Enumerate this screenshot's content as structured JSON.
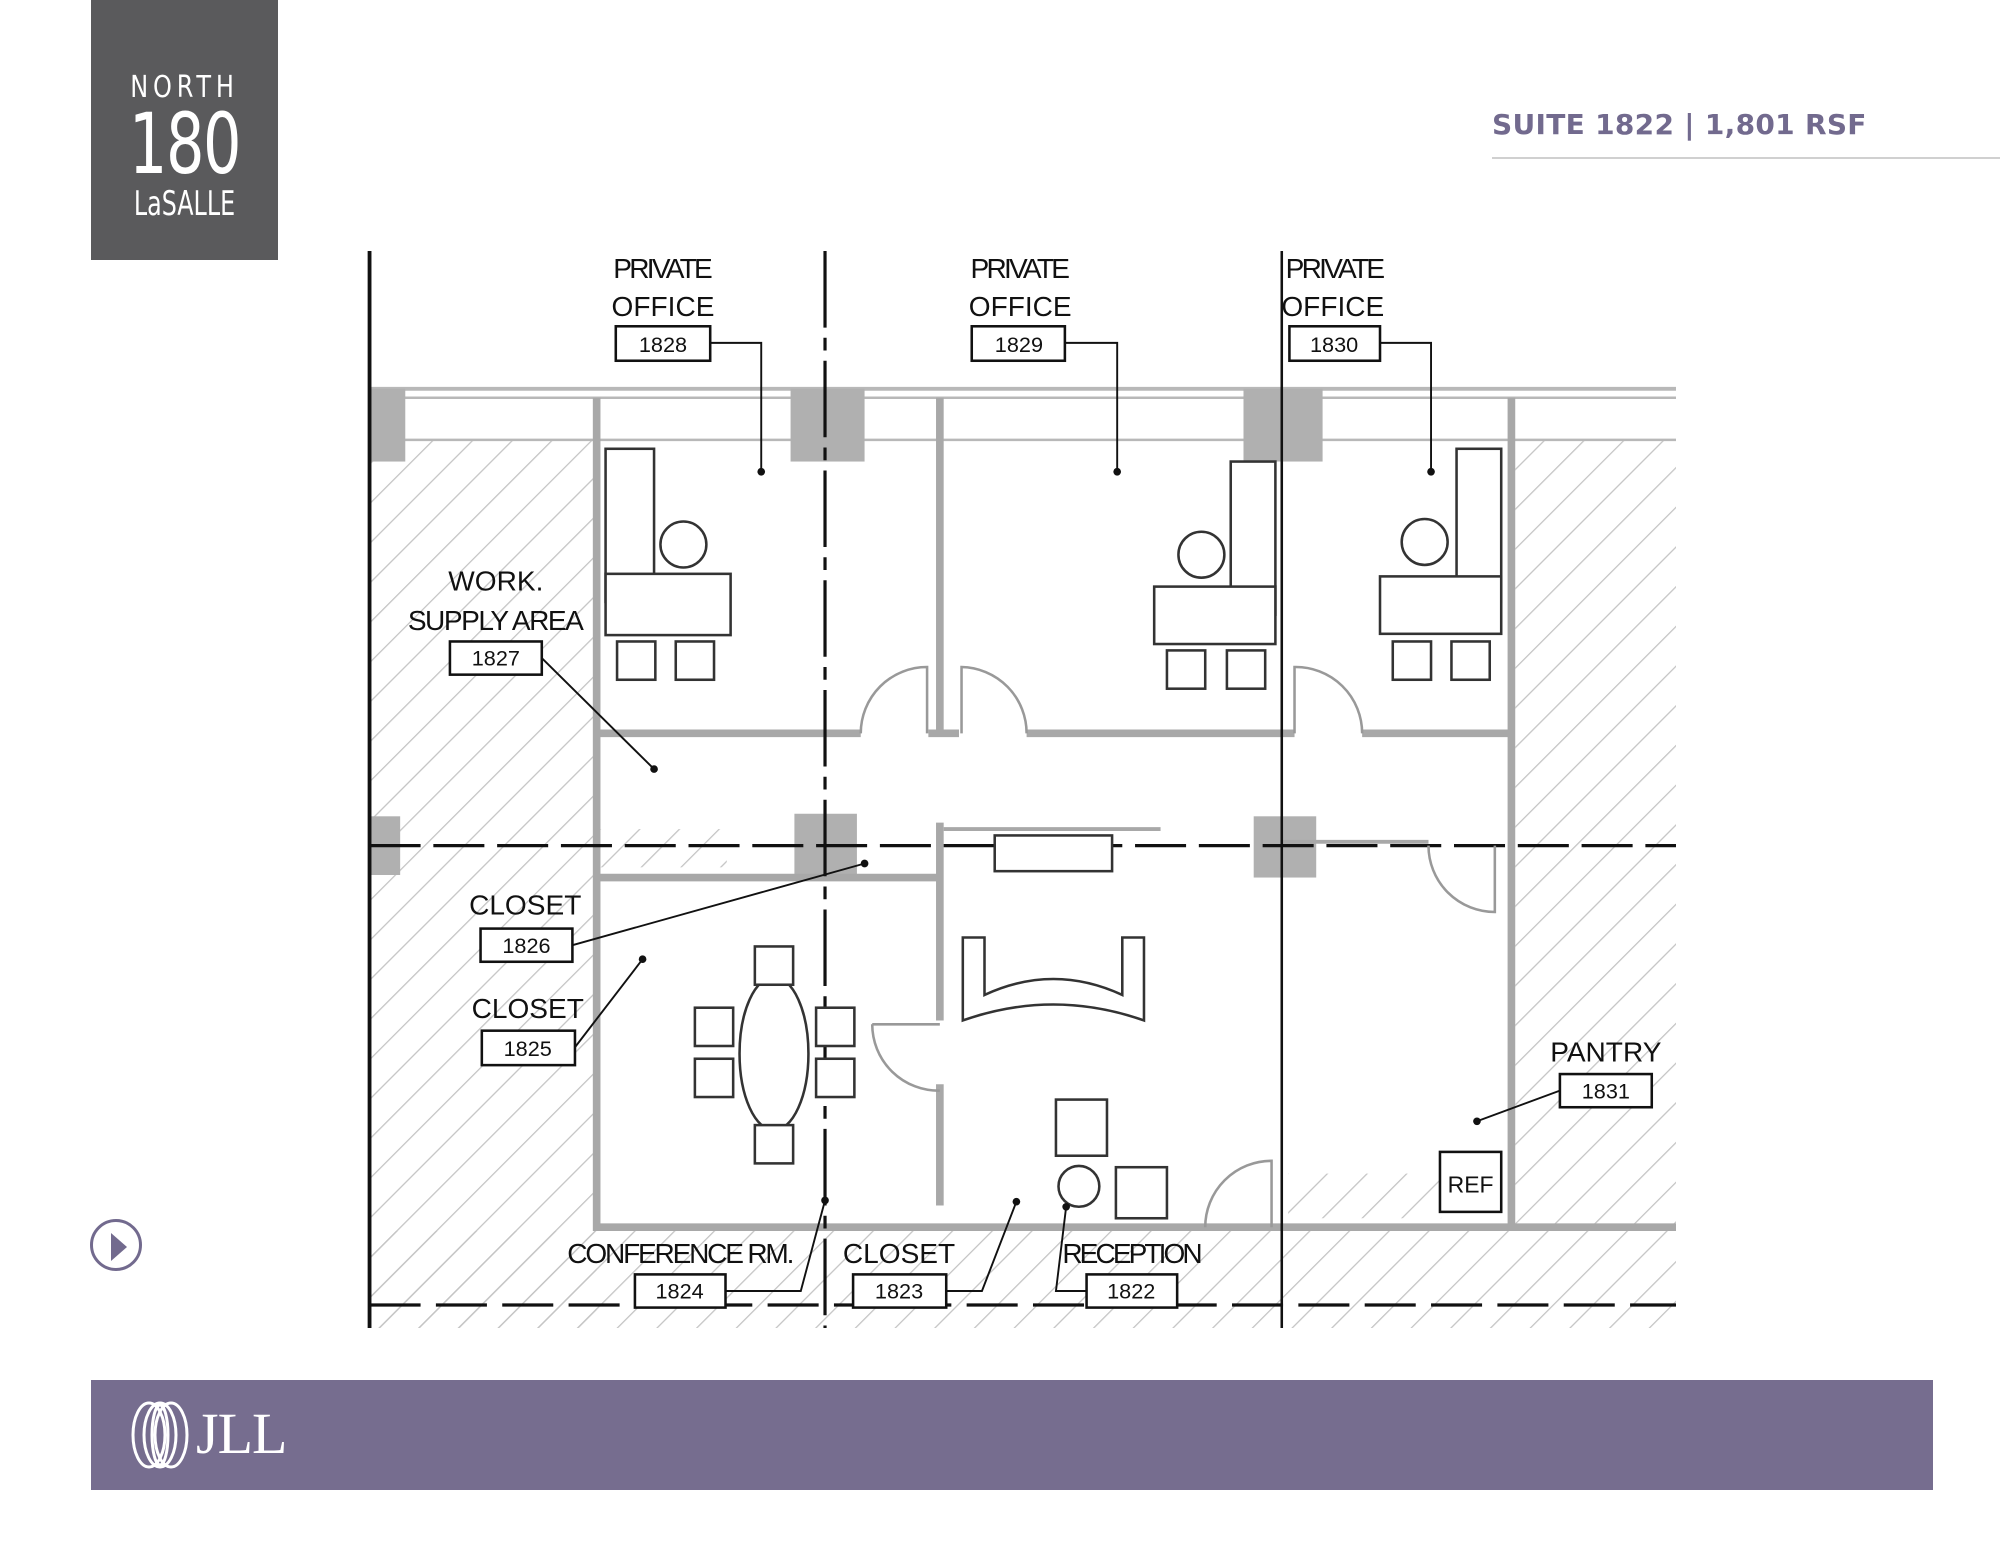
{
  "logo": {
    "line1": "NORTH",
    "line2": "180",
    "line3": "LaSALLE"
  },
  "header": {
    "suite_title": "SUITE 1822 | 1,801 RSF"
  },
  "colors": {
    "accent": "#766d8f",
    "header_text": "#726a8e",
    "logo_bg": "#5a5a5c",
    "wall": "#b0b0b0"
  },
  "floorplan": {
    "rooms": [
      {
        "name": "PRIVATE",
        "name2": "OFFICE",
        "number": "1828"
      },
      {
        "name": "PRIVATE",
        "name2": "OFFICE",
        "number": "1829"
      },
      {
        "name": "PRIVATE",
        "name2": "OFFICE",
        "number": "1830"
      },
      {
        "name": "WORK.",
        "name2": "SUPPLY AREA",
        "number": "1827"
      },
      {
        "name": "CLOSET",
        "number": "1826"
      },
      {
        "name": "CLOSET",
        "number": "1825"
      },
      {
        "name": "PANTRY",
        "number": "1831"
      },
      {
        "name": "CONFERENCE RM.",
        "number": "1824"
      },
      {
        "name": "CLOSET",
        "number": "1823"
      },
      {
        "name": "RECEPTION",
        "number": "1822"
      }
    ],
    "ref_label": "REF"
  },
  "nav": {
    "next_icon": "play-arrow-circle-icon"
  },
  "footer": {
    "brand": "JLL"
  }
}
